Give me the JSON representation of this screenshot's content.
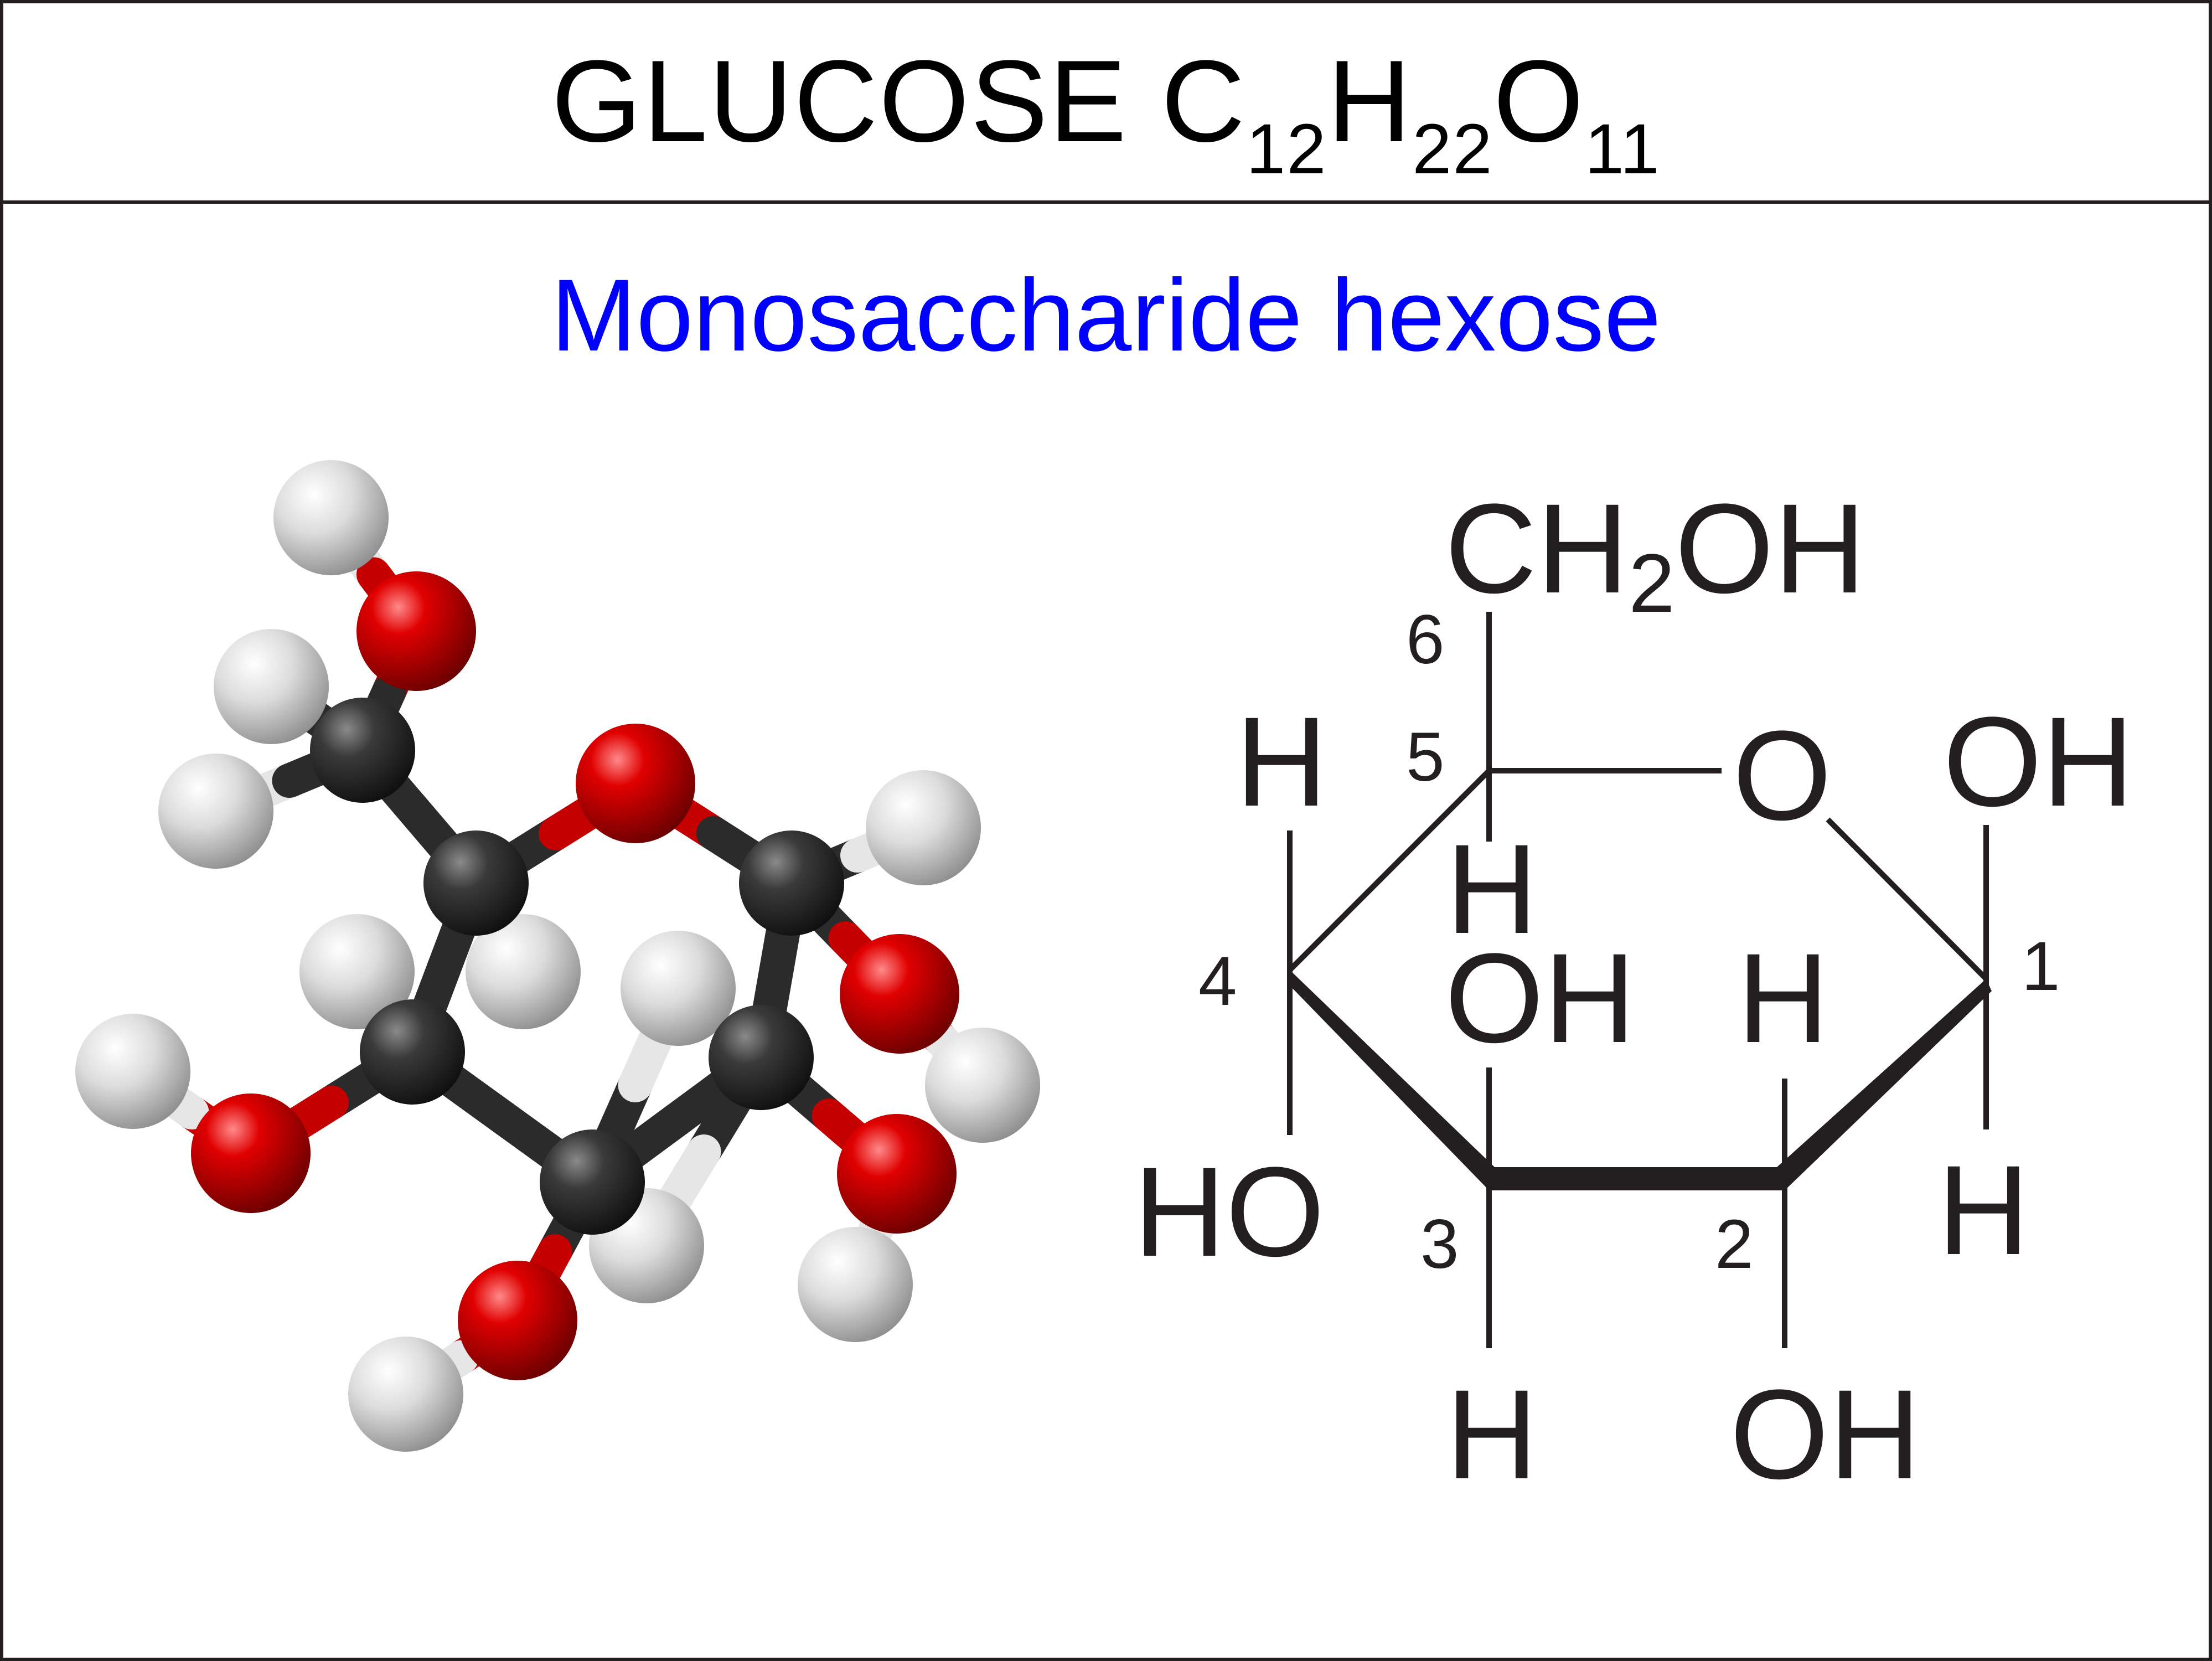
{
  "title": {
    "name": "GLUCOSE",
    "formula": [
      {
        "text": "C",
        "sub": false
      },
      {
        "text": "12",
        "sub": true
      },
      {
        "text": "H",
        "sub": false
      },
      {
        "text": "22",
        "sub": true
      },
      {
        "text": "O",
        "sub": false
      },
      {
        "text": "11",
        "sub": true
      }
    ]
  },
  "subtitle": "Monosaccharide hexose",
  "colors": {
    "frame": "#231f20",
    "subtitle": "#0000ff",
    "carbon": "#2b2b2b",
    "oxygen": "#d10000",
    "hydrogen": "#e6e6e6"
  },
  "structure": {
    "ch2oh": {
      "main": "CH",
      "sub": "2",
      "tail": "OH"
    },
    "ring_oxygen": "O",
    "carbon_numbers": [
      "1",
      "2",
      "3",
      "4",
      "5",
      "6"
    ],
    "substituents": {
      "c5_h_above": "H",
      "c5_h_below": "H",
      "c1_oh": "OH",
      "c1_h": "H",
      "c4_ho": "HO",
      "c3_oh": "OH",
      "c3_h": "H",
      "c2_h": "H",
      "c2_oh": "OH"
    }
  }
}
